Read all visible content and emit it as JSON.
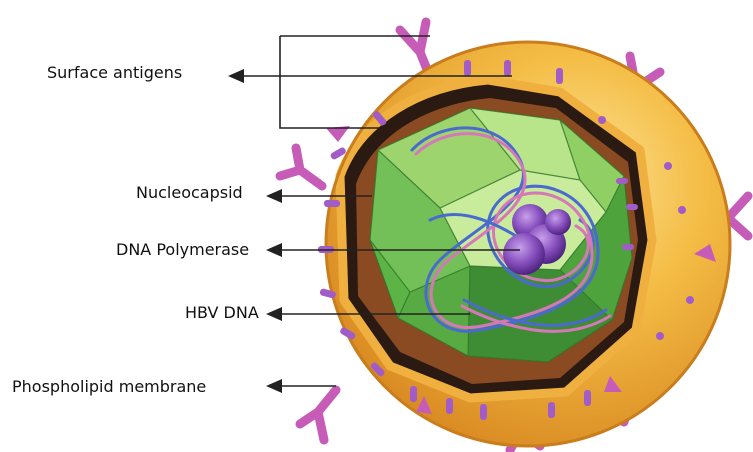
{
  "labels": {
    "surface_antigens": "Surface antigens",
    "nucleocapsid": "Nucleocapsid",
    "dna_polymerase": "DNA Polymerase",
    "hbv_dna": "HBV DNA",
    "phospholipid_membrane": "Phospholipid membrane"
  },
  "colors": {
    "envelope_outer": "#f2b73a",
    "envelope_inner": "#e0902a",
    "membrane_dark": "#2a1a12",
    "membrane_brown": "#8a4a22",
    "capsid_green_light": "#b9e58a",
    "capsid_green": "#6bc250",
    "capsid_green_dark": "#3e8d35",
    "spike_pink": "#d86ac8",
    "polymerase_purple": "#7d48b0",
    "dna_blue": "#4a6ad0",
    "dna_pink": "#d678b8",
    "arrow": "#222222"
  }
}
